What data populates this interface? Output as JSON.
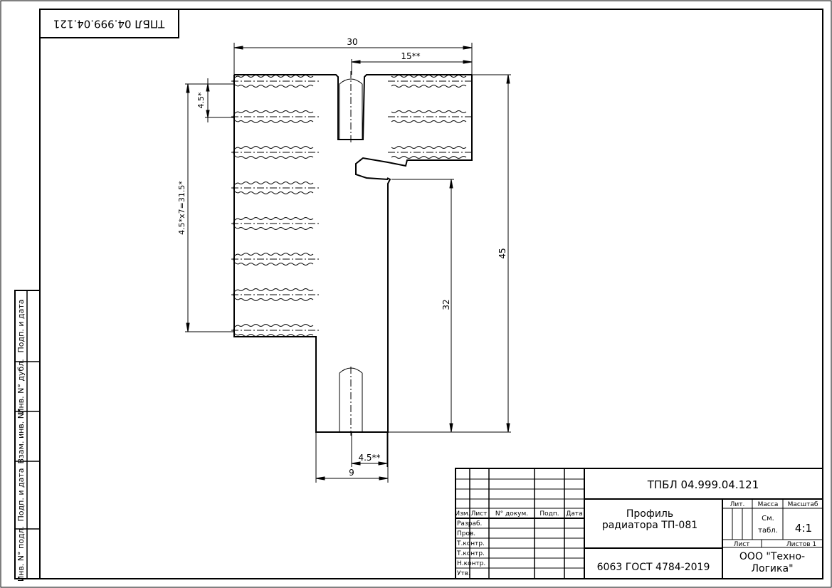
{
  "stamp_top": "ТПБЛ 04.999.04.121",
  "dimensions": {
    "overall_width": "30",
    "right_opening": "15**",
    "fin_pitch": "4.5*",
    "fin_group": "4.5*x7=31.5*",
    "total_height": "45",
    "stem_height": "32",
    "slot_width": "4.5**",
    "stem_width": "9"
  },
  "side_strip": [
    "Инв. N° подл.",
    "Подп. и дата",
    "Взам. инв. N°",
    "Инв. N° дубл.",
    "Подп. и дата"
  ],
  "title_block": {
    "designation": "ТПБЛ 04.999.04.121",
    "name_line1": "Профиль",
    "name_line2": "радиатора ТП-081",
    "material": "6063 ГОСТ 4784-2019",
    "headers": {
      "izm": "Изм.",
      "list": "Лист",
      "doc": "N° докум.",
      "sign": "Подп.",
      "date": "Дата"
    },
    "roles": [
      "Разраб.",
      "Пров.",
      "Т.контр.",
      "Т.контр.",
      "Н.контр.",
      "Утв."
    ],
    "lit_label": "Лит.",
    "mass_label": "Масса",
    "scale_label": "Масштаб",
    "mass_line1": "См.",
    "mass_line2": "табл.",
    "scale": "4:1",
    "sheet_label": "Лист",
    "sheets_label": "Листов 1",
    "company_line1": "ООО \"Техно-",
    "company_line2": "Логика\""
  }
}
